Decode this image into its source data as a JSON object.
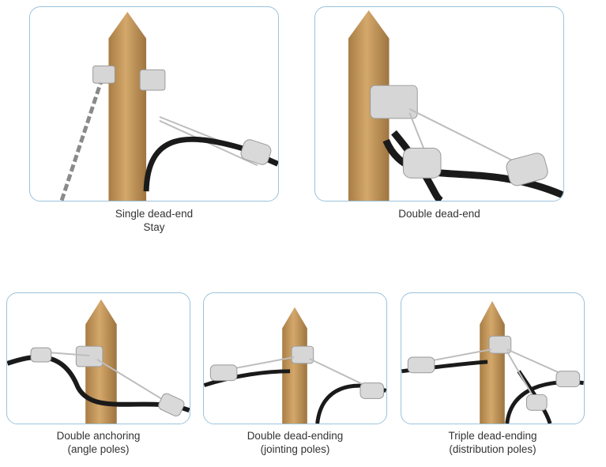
{
  "panels": [
    {
      "id": "single-dead-end",
      "caption_lines": [
        "Single dead-end",
        "Stay"
      ]
    },
    {
      "id": "double-dead-end",
      "caption_lines": [
        "Double dead-end"
      ]
    },
    {
      "id": "double-anchoring",
      "caption_lines": [
        "Double anchoring",
        "(angle poles)"
      ]
    },
    {
      "id": "double-dead-ending",
      "caption_lines": [
        "Double dead-ending",
        "(jointing poles)"
      ]
    },
    {
      "id": "triple-dead-ending",
      "caption_lines": [
        "Triple dead-ending",
        "(distribution poles)"
      ]
    }
  ],
  "colors": {
    "panel_border": "#9cc3dc",
    "pole": "#c79a5e",
    "pole_shade": "#a87d45",
    "cable": "#1a1a1a",
    "clamp": "#d6d6d6",
    "caption_text": "#333333"
  }
}
